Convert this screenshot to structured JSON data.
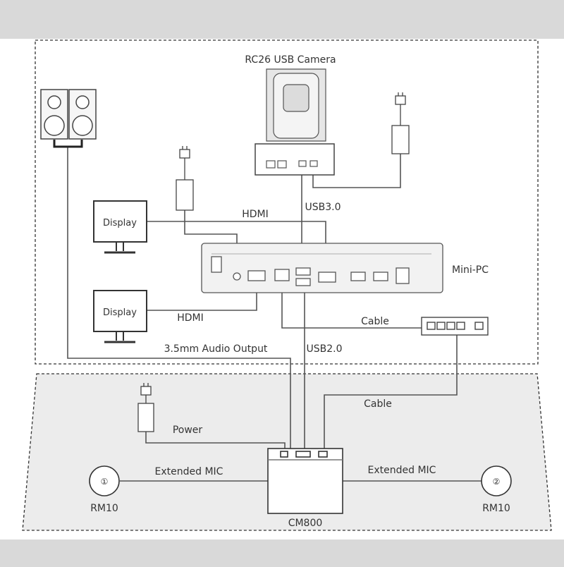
{
  "labels": {
    "camera": "RC26 USB Camera",
    "hdmi_top": "HDMI",
    "usb3": "USB3.0",
    "mini_pc": "Mini-PC",
    "display_top": "Display",
    "display_bottom": "Display",
    "hdmi_bottom": "HDMI",
    "cable_top": "Cable",
    "audio_output": "3.5mm Audio Output",
    "usb2": "USB2.0",
    "cable_bottom": "Cable",
    "power": "Power",
    "ext_mic_left": "Extended MIC",
    "ext_mic_right": "Extended MIC",
    "rm10_left": "RM10",
    "rm10_right": "RM10",
    "cm800": "CM800",
    "mic_num_left": "①",
    "mic_num_right": "②"
  },
  "colors": {
    "background": "#d9d9d9",
    "panel": "#ffffff",
    "lower_zone": "#ececec",
    "line": "#555555",
    "device_fill": "#e8e8e8"
  }
}
